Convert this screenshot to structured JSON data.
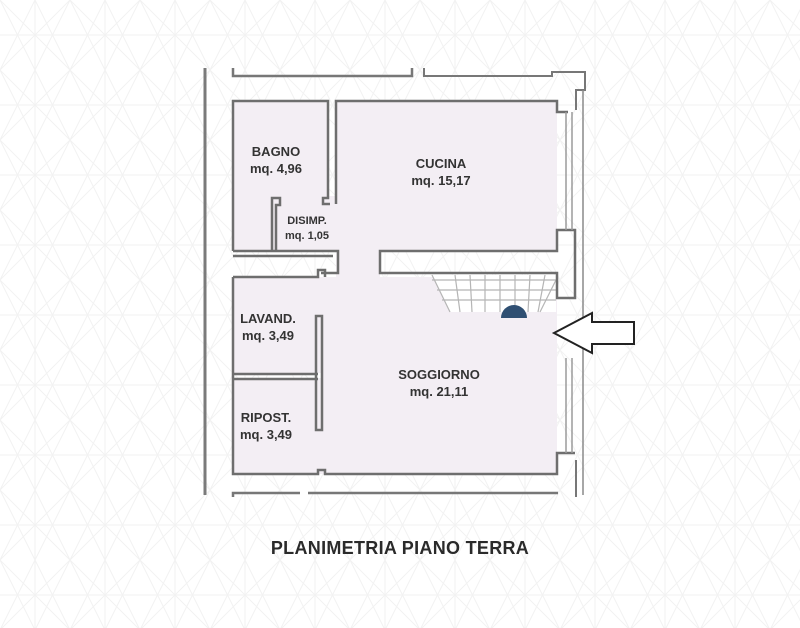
{
  "plan": {
    "title": "PLANIMETRIA PIANO TERRA",
    "colors": {
      "room_fill": "#f3eef4",
      "wall": "#6e6e6e",
      "wall_light": "#b8b8b8",
      "marker": "#2f4f72",
      "text": "#333333"
    },
    "rooms": [
      {
        "name": "BAGNO",
        "area": "mq. 4,96"
      },
      {
        "name": "CUCINA",
        "area": "mq. 15,17"
      },
      {
        "name": "DISIMP.",
        "area": "mq. 1,05"
      },
      {
        "name": "LAVAND.",
        "area": "mq. 3,49"
      },
      {
        "name": "SOGGIORNO",
        "area": "mq. 21,11"
      },
      {
        "name": "RIPOST.",
        "area": "mq. 3,49"
      }
    ],
    "entrance_arrow": "arrow-left-icon"
  }
}
